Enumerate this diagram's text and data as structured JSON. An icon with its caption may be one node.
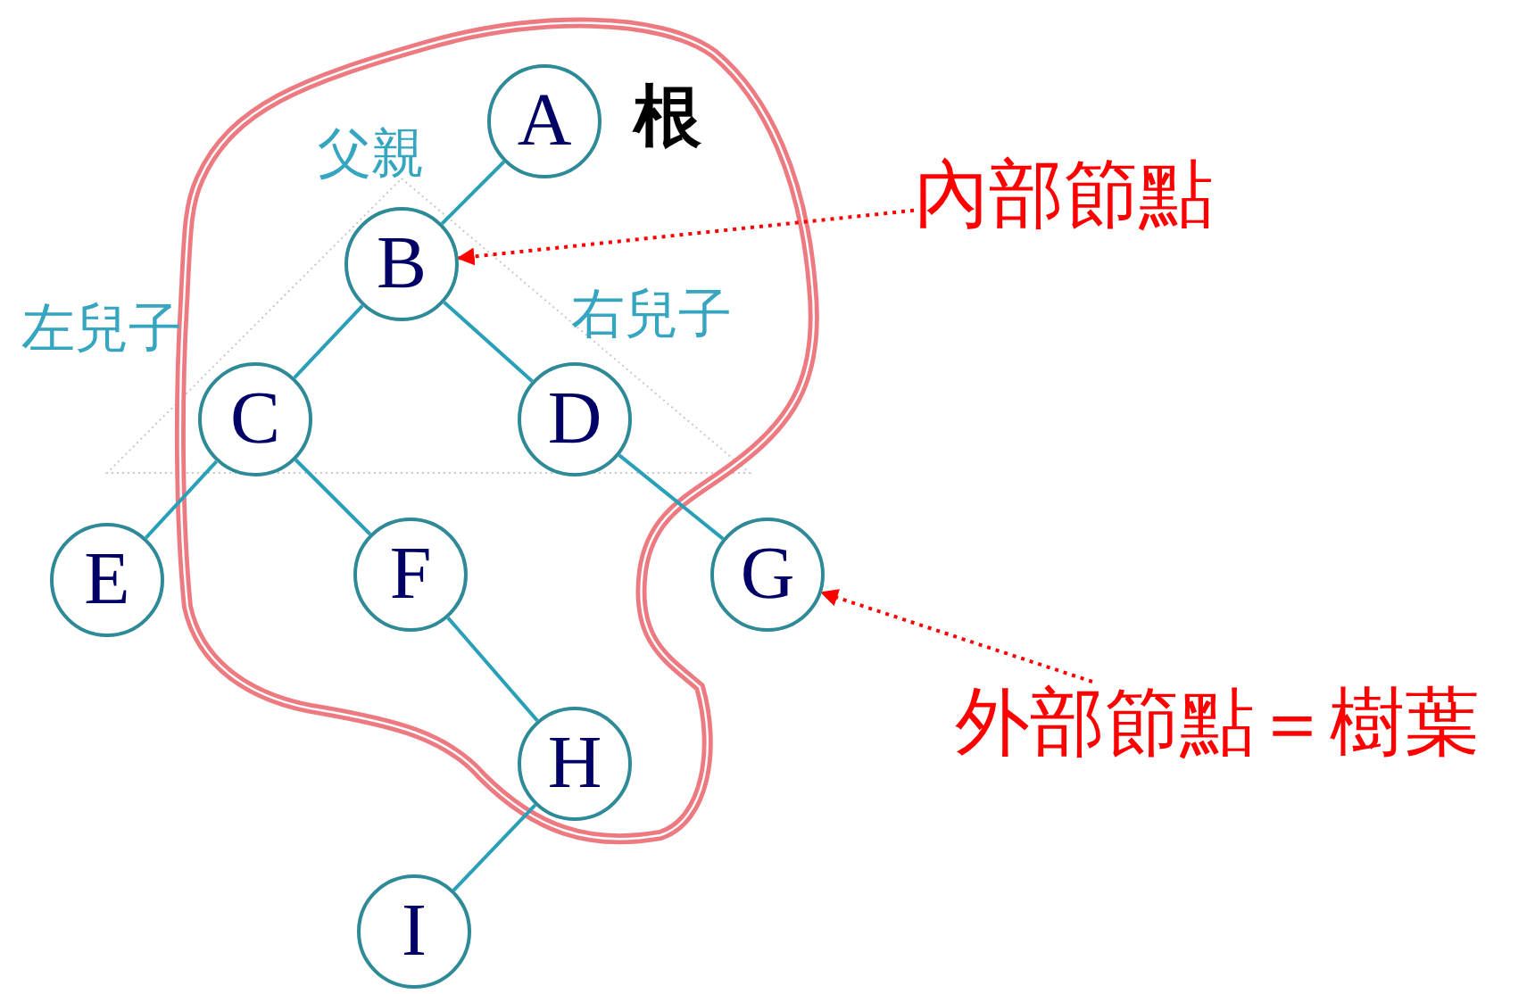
{
  "diagram": {
    "nodes": [
      {
        "text": [
          "A"
        ]
      },
      {
        "text": [
          "B"
        ]
      },
      {
        "text": [
          "C"
        ]
      },
      {
        "text": [
          "D"
        ]
      },
      {
        "text": [
          "E"
        ]
      },
      {
        "text": [
          "F"
        ]
      },
      {
        "text": [
          "G"
        ]
      },
      {
        "text": [
          "H"
        ]
      },
      {
        "text": [
          "I"
        ]
      },
      {
        "text": [
          "內部節點"
        ]
      },
      {
        "text": [
          "外部節點＝樹葉"
        ]
      }
    ],
    "edges": [
      {
        "from": 0,
        "to": 1,
        "arrow": "none"
      },
      {
        "from": 1,
        "to": 2,
        "arrow": "none"
      },
      {
        "from": 1,
        "to": 3,
        "arrow": "none"
      },
      {
        "from": 2,
        "to": 4,
        "arrow": "none"
      },
      {
        "from": 2,
        "to": 5,
        "arrow": "none"
      },
      {
        "from": 3,
        "to": 6,
        "arrow": "none"
      },
      {
        "from": 5,
        "to": 7,
        "arrow": "none"
      },
      {
        "from": 7,
        "to": 8,
        "arrow": "none"
      },
      {
        "from": 9,
        "to": 1,
        "arrow": "to",
        "style": "dashed",
        "color": "#ff0000"
      },
      {
        "from": 10,
        "to": 6,
        "arrow": "to",
        "style": "dashed",
        "color": "#ff0000"
      }
    ],
    "labels": [
      "根",
      "父親",
      "左兒子",
      "右兒子"
    ]
  }
}
